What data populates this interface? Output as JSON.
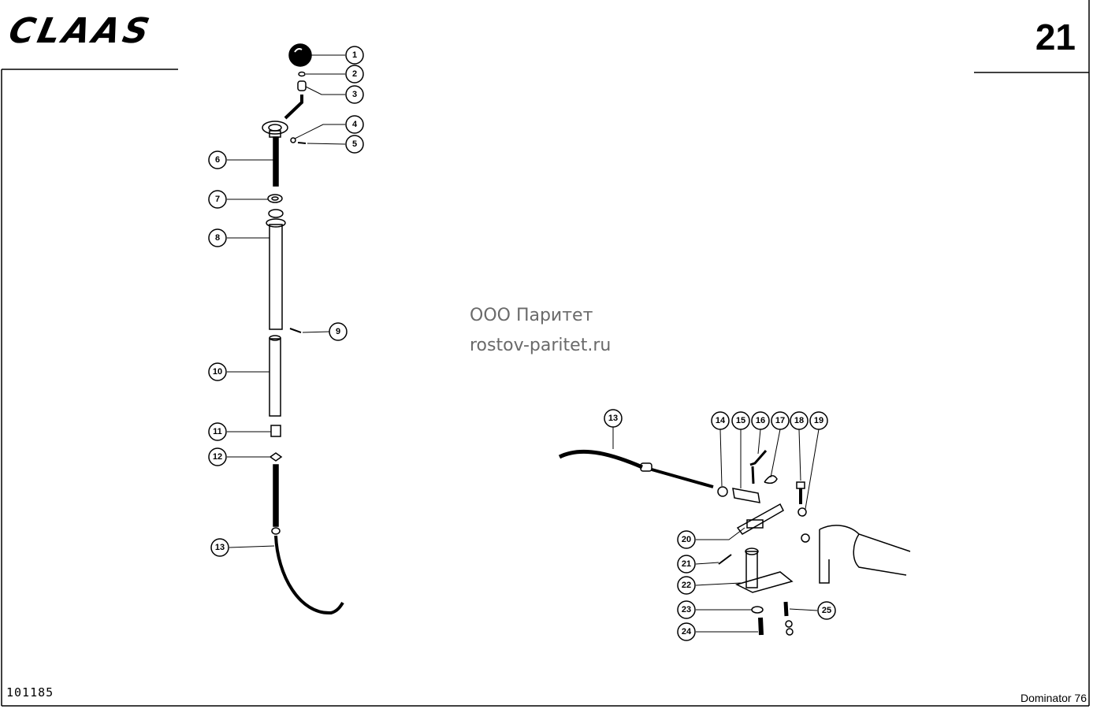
{
  "header": {
    "logo_text": "CLAAS",
    "page_number": "21"
  },
  "watermark": {
    "line1": "ООО Паритет",
    "line2": "rostov-paritet.ru"
  },
  "footer": {
    "doc_code": "101185",
    "model": "Dominator 76"
  },
  "callouts": {
    "c1": "1",
    "c2": "2",
    "c3": "3",
    "c4": "4",
    "c5": "5",
    "c6": "6",
    "c7": "7",
    "c8": "8",
    "c9": "9",
    "c10": "10",
    "c11": "11",
    "c12": "12",
    "c13a": "13",
    "c13b": "13",
    "c14": "14",
    "c15": "15",
    "c16": "16",
    "c17": "17",
    "c18": "18",
    "c19": "19",
    "c20": "20",
    "c21": "21",
    "c22": "22",
    "c23": "23",
    "c24": "24",
    "c25": "25"
  }
}
